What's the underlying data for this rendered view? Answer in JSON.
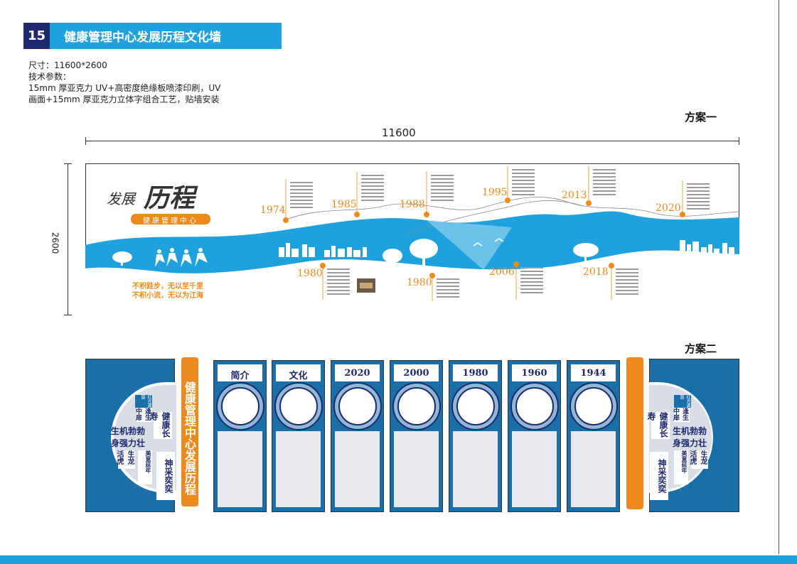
{
  "header": {
    "number": "15",
    "title": "健康管理中心发展历程文化墙"
  },
  "spec": {
    "size": "尺寸：11600*2600",
    "params_title": "技术参数：",
    "params_line1": "15mm 厚亚克力 UV+高密度绝缘板喷漆印刷，UV",
    "params_line2": "画面+15mm 厚亚克力立体字组合工艺，贴墙安装"
  },
  "scheme1": {
    "label": "方案一",
    "width_dim": "11600",
    "height_dim": "2600",
    "title_small": "发展",
    "title_big": "历程",
    "subtitle": "健康管理中心",
    "slogan_line1": "不积跬步，无以至千里",
    "slogan_line2": "不积小流，无以为江海",
    "years_top": [
      "1974",
      "1985",
      "1988",
      "1995",
      "2013",
      "2020"
    ],
    "years_bottom": [
      "1980",
      "1980",
      "2006",
      "2018"
    ]
  },
  "scheme2": {
    "label": "方案二",
    "vertical_title": "健康管理中心发展历程",
    "panels": [
      "简介",
      "文化",
      "2020",
      "2000",
      "1980",
      "1960",
      "1944"
    ],
    "end_words": {
      "w1": "红光满面",
      "w2": "逢生中扉",
      "w3": "健康长寿",
      "w4": "生机勃勃",
      "w5": "身强力壮",
      "w6": "生龙活虎",
      "w7": "美意延年",
      "w8": "神采奕奕"
    }
  },
  "colors": {
    "blue": "#1fa1dd",
    "navy": "#1f2a6e",
    "orange": "#ee8a1c",
    "panel_blue": "#1b6fa8"
  }
}
